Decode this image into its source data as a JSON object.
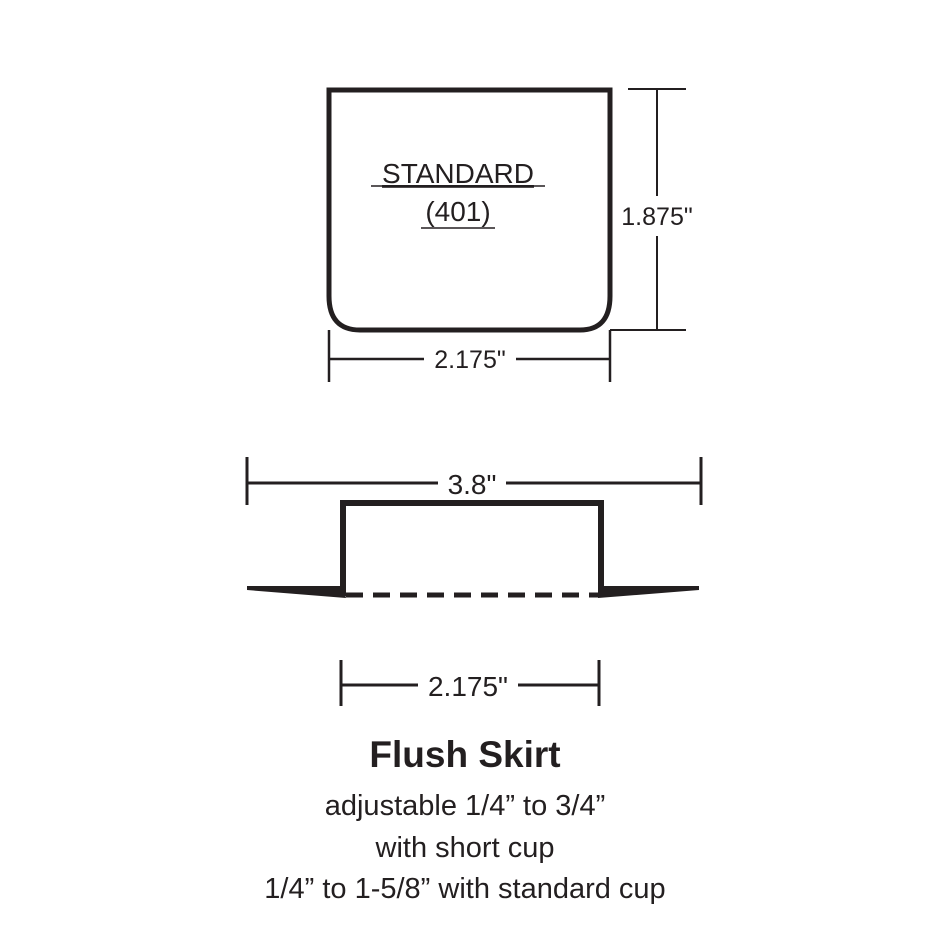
{
  "top_view": {
    "label_line1": "STANDARD",
    "label_line2": "(401)",
    "height_dimension": "1.875\"",
    "width_dimension": "2.175\""
  },
  "side_view": {
    "overall_width_dimension": "3.8\"",
    "cup_width_dimension": "2.175\""
  },
  "caption": {
    "title": "Flush Skirt",
    "line1": "adjustable 1/4” to 3/4”",
    "line2": "with short cup",
    "line3": "1/4” to 1-5/8” with standard cup"
  },
  "colors": {
    "stroke": "#231f20",
    "background": "#ffffff"
  }
}
